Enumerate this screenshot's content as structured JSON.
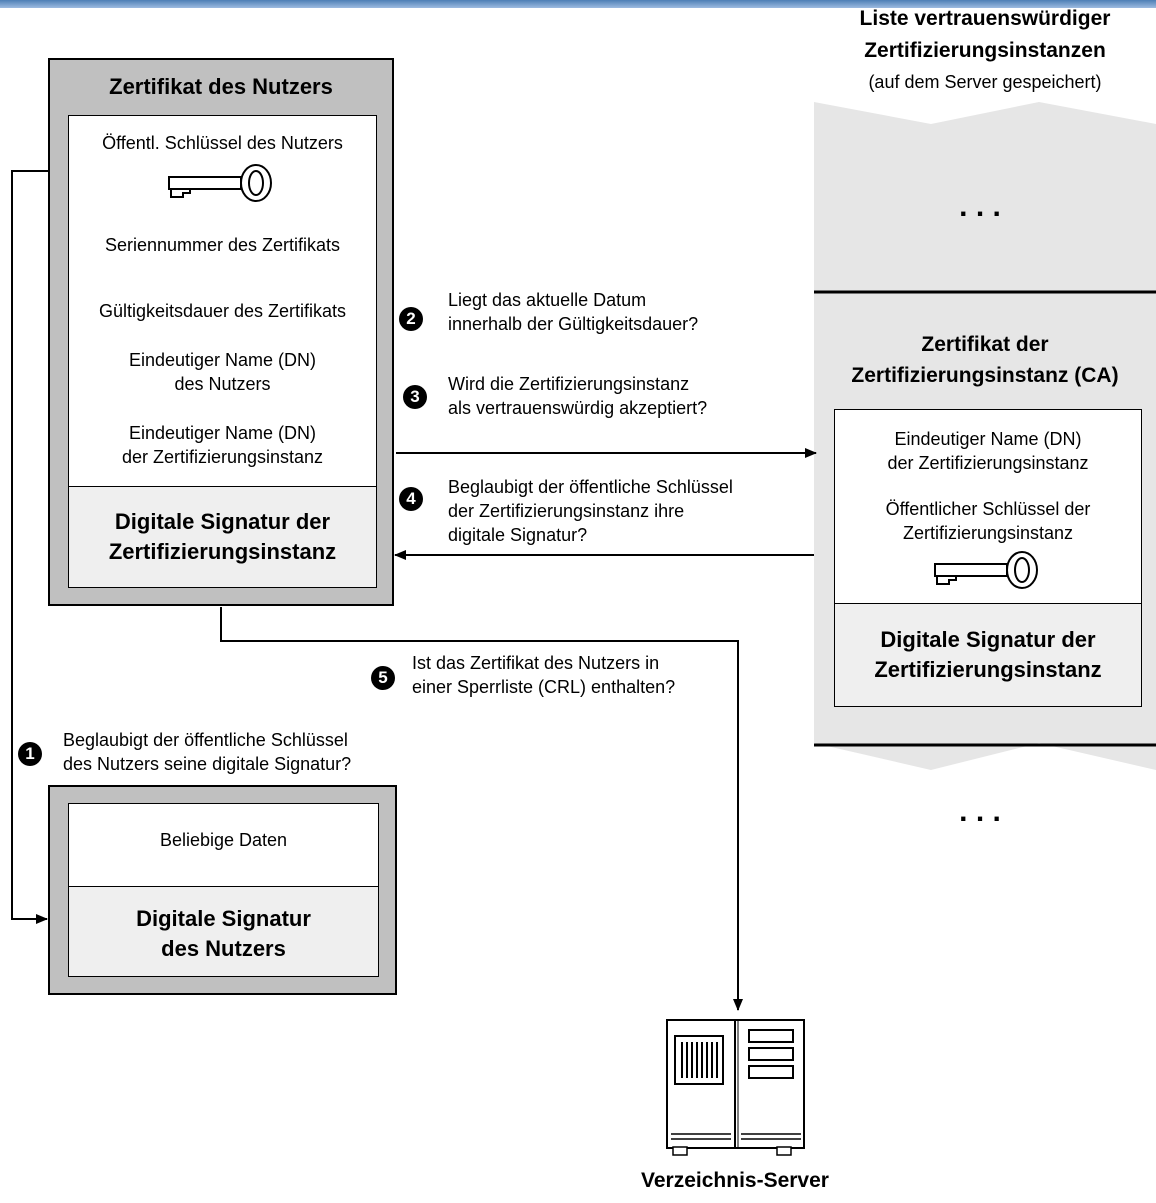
{
  "ca_list": {
    "title_line1": "Liste vertrauenswürdiger",
    "title_line2": "Zertifizierungsinstanzen",
    "subtitle": "(auf dem Server gespeichert)",
    "ellipsis_top": ". . .",
    "ellipsis_bottom": ". . ."
  },
  "user_cert": {
    "title": "Zertifikat des Nutzers",
    "public_key": "Öffentl. Schlüssel des Nutzers",
    "serial": "Seriennummer des Zertifikats",
    "validity": "Gültigkeitsdauer des Zertifikats",
    "dn_line1": "Eindeutiger Name (DN)",
    "dn_line2": "des Nutzers",
    "issuer_dn_line1": "Eindeutiger Name (DN)",
    "issuer_dn_line2": "der Zertifizierungsinstanz",
    "sig_line1": "Digitale Signatur der",
    "sig_line2": "Zertifizierungsinstanz"
  },
  "ca_cert": {
    "title_line1": "Zertifikat der",
    "title_line2": "Zertifizierungsinstanz (CA)",
    "dn_line1": "Eindeutiger Name (DN)",
    "dn_line2": "der Zertifizierungsinstanz",
    "key_line1": "Öffentlicher Schlüssel der",
    "key_line2": "Zertifizierungsinstanz",
    "sig_line1": "Digitale Signatur der",
    "sig_line2": "Zertifizierungsinstanz"
  },
  "data_doc": {
    "data_label": "Beliebige Daten",
    "sig_line1": "Digitale Signatur",
    "sig_line2": "des Nutzers"
  },
  "steps": {
    "s1": {
      "num": "1",
      "line1": "Beglaubigt der öffentliche Schlüssel",
      "line2": "des Nutzers seine digitale Signatur?"
    },
    "s2": {
      "num": "2",
      "line1": "Liegt das aktuelle Datum",
      "line2": "innerhalb der Gültigkeitsdauer?"
    },
    "s3": {
      "num": "3",
      "line1": "Wird die Zertifizierungsinstanz",
      "line2": "als vertrauenswürdig akzeptiert?"
    },
    "s4": {
      "num": "4",
      "line1": "Beglaubigt der öffentliche Schlüssel",
      "line2": "der Zertifizierungsinstanz ihre",
      "line3": "digitale Signatur?"
    },
    "s5": {
      "num": "5",
      "line1": "Ist das Zertifikat des Nutzers in",
      "line2": "einer Sperrliste (CRL) enthalten?"
    }
  },
  "server": {
    "label": "Verzeichnis-Server"
  }
}
